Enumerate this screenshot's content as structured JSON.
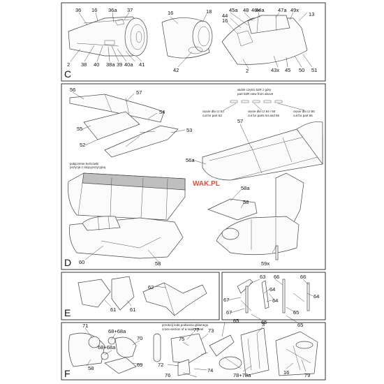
{
  "sections": {
    "c": "C",
    "d": "D",
    "e": "E",
    "f": "F"
  },
  "watermark": "WAK.PL",
  "notes": {
    "view_above_pl": "widok części 52R z góry",
    "view_above_en": "part 52R view from above",
    "cut53_pl": "cięcie dla cz.53",
    "cut53_en": "cut for part 53",
    "cut5455_pl": "cięcie dla cz.54 i 55",
    "cut5455_en": "cut for parts 54 and 55",
    "cut55_pl": "cięcie dla cz.55",
    "cut55_en": "cut for part 55",
    "tip_pl_1": "połączenie końcówki",
    "tip_pl_2": "pozycja z racją pozycyjną",
    "wheel_pl": "przekrój koła podwozia głównego",
    "wheel_en": "cross-section of a main wheel"
  },
  "labels": {
    "c": [
      "36",
      "16",
      "36a",
      "37",
      "2",
      "38",
      "40",
      "38a",
      "39",
      "40a",
      "41",
      "16",
      "18",
      "42",
      "45a",
      "48",
      "44",
      "44a",
      "46x",
      "47a",
      "49x",
      "13",
      "16",
      "2",
      "43x",
      "45",
      "50",
      "51"
    ],
    "d": [
      "56",
      "57",
      "54",
      "55",
      "53",
      "52",
      "57",
      "56a",
      "58a",
      "58",
      "60",
      "58",
      "59x"
    ],
    "e": [
      "61",
      "62",
      "61"
    ],
    "e2": [
      "63",
      "66",
      "66",
      "67",
      "64",
      "64",
      "64",
      "67",
      "65",
      "65",
      "65"
    ],
    "f": [
      "71",
      "68+68a",
      "68+68a",
      "70",
      "58",
      "69",
      "77",
      "73",
      "75",
      "72",
      "74",
      "76",
      "65",
      "3",
      "78+78a",
      "16",
      "79"
    ]
  },
  "colors": {
    "line": "#333333",
    "canopy_tint": "#bfbfbf",
    "watermark": "#e74a3b"
  }
}
